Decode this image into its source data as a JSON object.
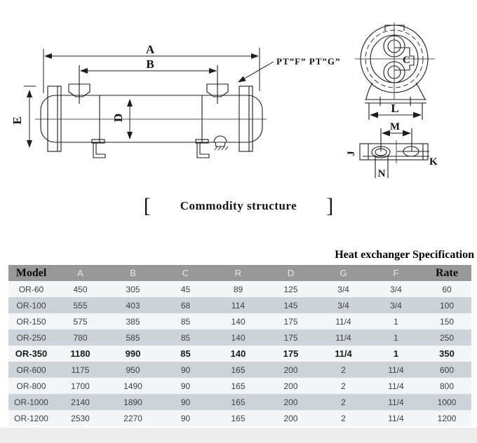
{
  "diagram": {
    "caption": "Commodity structure",
    "bracket_left": "[",
    "bracket_right": "]",
    "port_note": "PT”F”  PT”G”",
    "labels": {
      "A": "A",
      "B": "B",
      "C": "C",
      "D": "D",
      "E": "E",
      "L": "L",
      "M": "M",
      "J": "J",
      "K": "K",
      "N": "N"
    }
  },
  "table": {
    "title": "Heat exchanger Specification",
    "columns": [
      "Model",
      "A",
      "B",
      "C",
      "R",
      "D",
      "G",
      "F",
      "Rate"
    ],
    "rows": [
      [
        "OR-60",
        "450",
        "305",
        "45",
        "89",
        "125",
        "3/4",
        "3/4",
        "60"
      ],
      [
        "OR-100",
        "555",
        "403",
        "68",
        "114",
        "145",
        "3/4",
        "3/4",
        "100"
      ],
      [
        "OR-150",
        "575",
        "385",
        "85",
        "140",
        "175",
        "11/4",
        "1",
        "150"
      ],
      [
        "OR-250",
        "780",
        "585",
        "85",
        "140",
        "175",
        "11/4",
        "1",
        "250"
      ],
      [
        "OR-350",
        "1180",
        "990",
        "85",
        "140",
        "175",
        "11/4",
        "1",
        "350"
      ],
      [
        "OR-600",
        "1175",
        "950",
        "90",
        "165",
        "200",
        "2",
        "11/4",
        "600"
      ],
      [
        "OR-800",
        "1700",
        "1490",
        "90",
        "165",
        "200",
        "2",
        "11/4",
        "800"
      ],
      [
        "OR-1000",
        "2140",
        "1890",
        "90",
        "165",
        "200",
        "2",
        "11/4",
        "1000"
      ],
      [
        "OR-1200",
        "2530",
        "2270",
        "90",
        "165",
        "200",
        "2",
        "11/4",
        "1200"
      ]
    ]
  },
  "colors": {
    "header_bg": "#989898",
    "row_light": "#f3f5f7",
    "row_dark": "#ced3d9",
    "line": "#1c1c1c",
    "bottom_band": "#ededed"
  }
}
